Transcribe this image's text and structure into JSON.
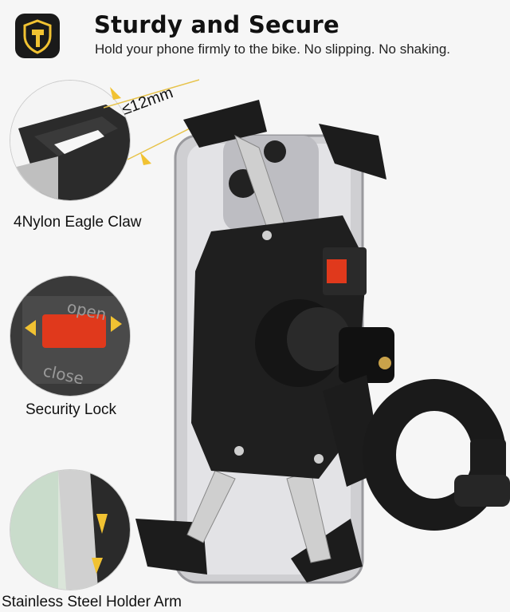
{
  "header": {
    "title": "Sturdy and Secure",
    "subtitle": "Hold your phone firmly to the bike. No slipping. No shaking."
  },
  "callout": {
    "measure": "≤12mm"
  },
  "features": [
    {
      "label": "4Nylon Eagle Claw"
    },
    {
      "label": "Security Lock"
    },
    {
      "label": "Stainless Steel Holder Arm"
    }
  ],
  "lock_text": {
    "open": "open",
    "close": "close"
  },
  "colors": {
    "shield": "#1a1a1a",
    "accent_gold": "#f1c232",
    "lock_red": "#e0391c",
    "mount_black": "#1c1c1c"
  }
}
